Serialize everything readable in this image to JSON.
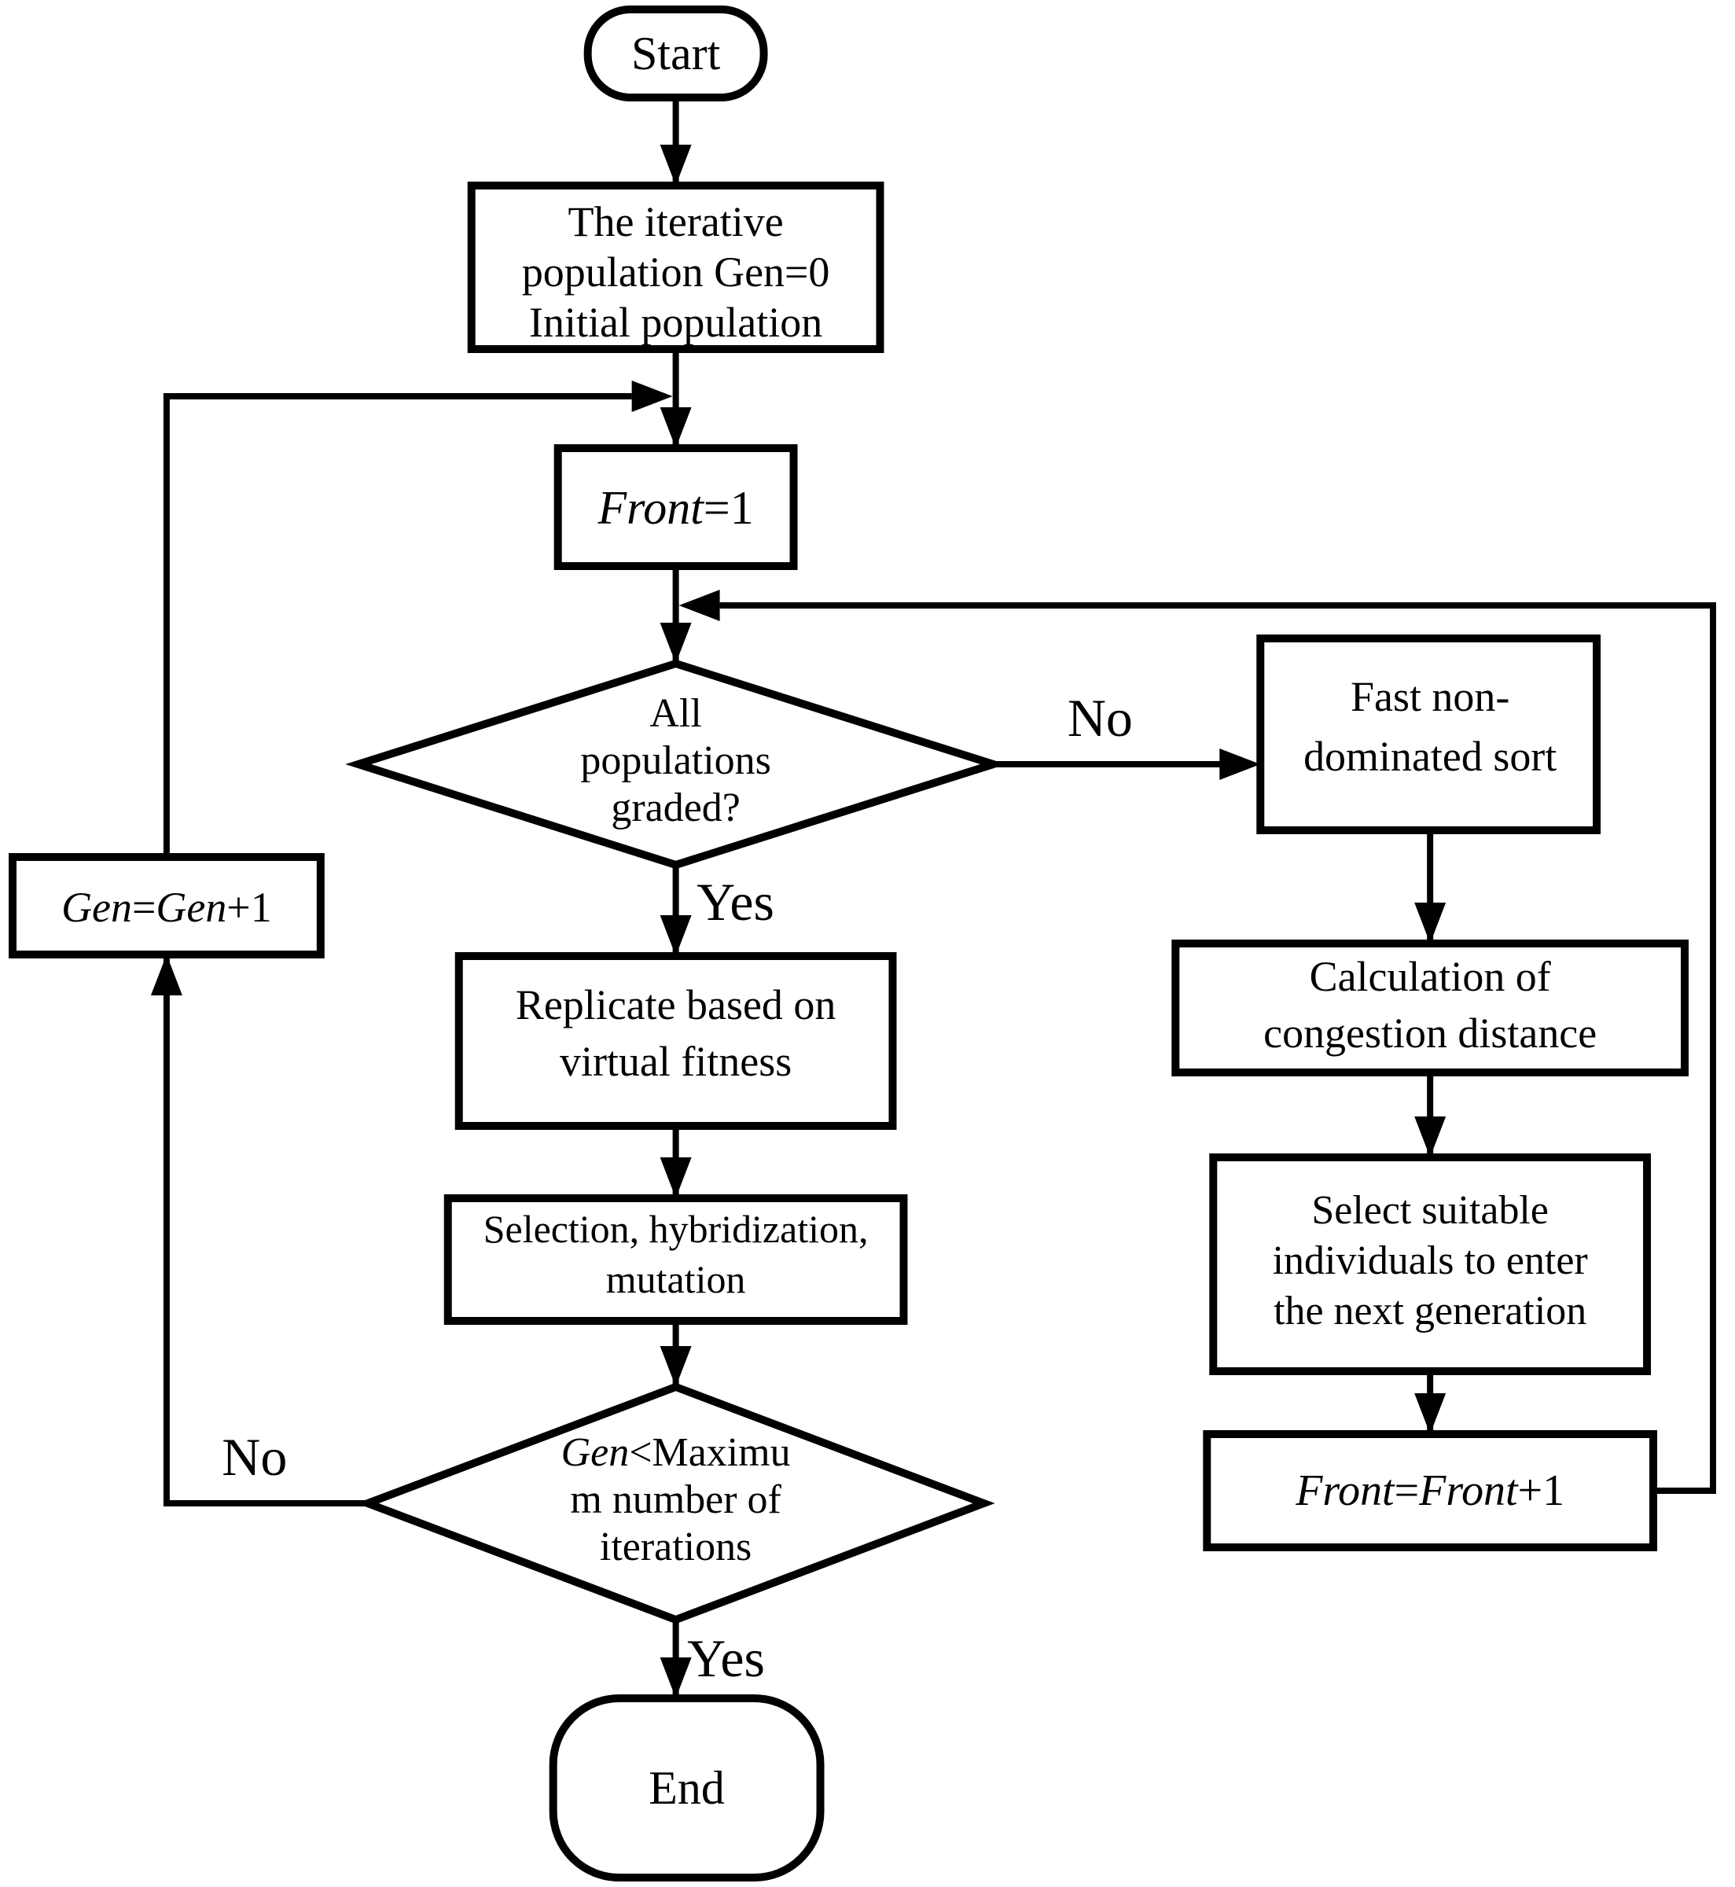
{
  "nodes": {
    "start": {
      "label": "Start"
    },
    "init": {
      "lines": [
        "The iterative",
        "population Gen=0",
        "Initial population"
      ]
    },
    "front_init": {
      "parts": [
        "Front",
        "=1"
      ]
    },
    "graded": {
      "lines": [
        "All",
        "populations",
        "graded?"
      ]
    },
    "replicate": {
      "lines": [
        "Replicate based on",
        "virtual fitness"
      ]
    },
    "selection": {
      "lines": [
        "Selection, hybridization,",
        "mutation"
      ]
    },
    "iter": {
      "line1_parts": [
        "Gen",
        "<Maximu"
      ],
      "line2": "m number of",
      "line3": "iterations"
    },
    "end": {
      "label": "End"
    },
    "fast_sort": {
      "lines": [
        "Fast non-",
        "dominated sort"
      ]
    },
    "congestion": {
      "lines": [
        "Calculation of",
        "congestion distance"
      ]
    },
    "select_next": {
      "lines": [
        "Select suitable",
        "individuals to enter",
        "the next generation"
      ]
    },
    "front_inc": {
      "parts": [
        "Front",
        "=",
        "Front",
        "+1"
      ]
    },
    "gen_inc": {
      "parts": [
        "Gen",
        "=",
        "Gen",
        "+1"
      ]
    }
  },
  "labels": {
    "graded_no": "No",
    "graded_yes": "Yes",
    "iter_no": "No",
    "iter_yes": "Yes"
  },
  "colors": {
    "line": "#000000",
    "background": "#ffffff"
  }
}
